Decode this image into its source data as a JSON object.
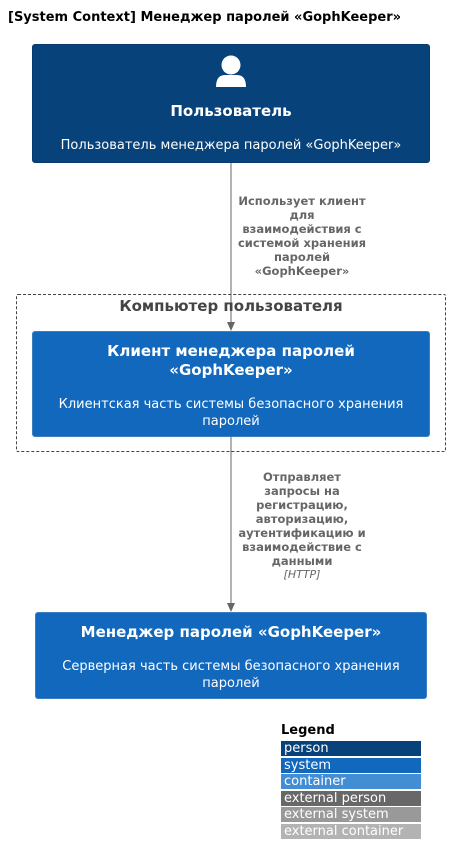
{
  "diagram_title": "[System Context] Менеджер паролей «GophKeeper»",
  "person": {
    "icon": "person-icon",
    "title": "Пользователь",
    "description": "Пользователь менеджера паролей «GophKeeper»"
  },
  "boundary": {
    "label": "Компьютер пользователя"
  },
  "client": {
    "title_line1": "Клиент менеджера паролей",
    "title_line2": "«GophKeeper»",
    "desc_line1": "Клиентская часть системы безопасного хранения",
    "desc_line2": "паролей"
  },
  "server": {
    "title": "Менеджер паролей «GophKeeper»",
    "desc_line1": "Серверная часть системы безопасного хранения",
    "desc_line2": "паролей"
  },
  "relation_uses": {
    "lines": [
      "Использует клиент",
      "для",
      "взаимодействия с",
      "системой хранения",
      "паролей",
      "«GophKeeper»"
    ]
  },
  "relation_sends": {
    "lines": [
      "Отправляет",
      "запросы на",
      "регистрацию,",
      "авторизацию,",
      "аутентификацию и",
      "взаимодействие с",
      "данными"
    ],
    "technology": "[HTTP]"
  },
  "legend": {
    "title": "Legend",
    "items": [
      {
        "label": "person",
        "color": "#08427b"
      },
      {
        "label": "system",
        "color": "#1168bd"
      },
      {
        "label": "container",
        "color": "#438dd5"
      },
      {
        "label": "external person",
        "color": "#686868"
      },
      {
        "label": "external system",
        "color": "#999999"
      },
      {
        "label": "external container",
        "color": "#b3b3b3"
      }
    ]
  },
  "colors": {
    "person": "#08427b",
    "system": "#1168bd",
    "arrow": "#666666",
    "boundary": "#444444"
  }
}
